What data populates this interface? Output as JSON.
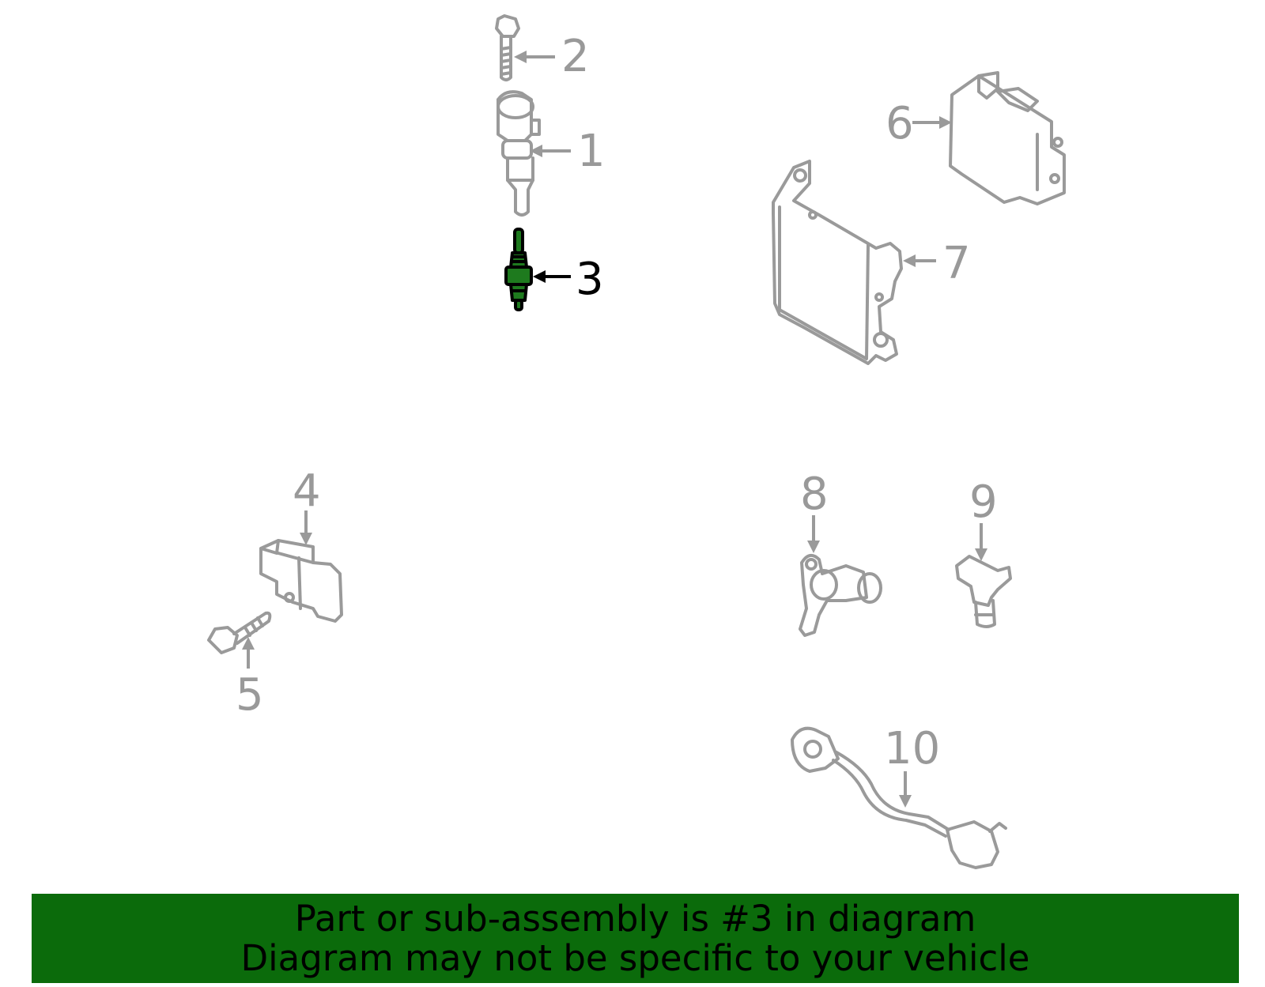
{
  "diagram": {
    "highlight_color": "#1e7a1e",
    "callouts": [
      {
        "id": "1",
        "label": "1",
        "part": "ignition-coil"
      },
      {
        "id": "2",
        "label": "2",
        "part": "coil-bolt"
      },
      {
        "id": "3",
        "label": "3",
        "part": "spark-plug",
        "highlighted": true
      },
      {
        "id": "4",
        "label": "4",
        "part": "sensor-bracket"
      },
      {
        "id": "5",
        "label": "5",
        "part": "bracket-bolt"
      },
      {
        "id": "6",
        "label": "6",
        "part": "control-module"
      },
      {
        "id": "7",
        "label": "7",
        "part": "module-bracket"
      },
      {
        "id": "8",
        "label": "8",
        "part": "camshaft-sensor"
      },
      {
        "id": "9",
        "label": "9",
        "part": "crankshaft-sensor"
      },
      {
        "id": "10",
        "label": "10",
        "part": "knock-sensor"
      }
    ]
  },
  "banner": {
    "line1": "Part or sub-assembly is #3 in diagram",
    "line2": "Diagram may not be specific to your vehicle",
    "background": "#0b6b0b"
  }
}
